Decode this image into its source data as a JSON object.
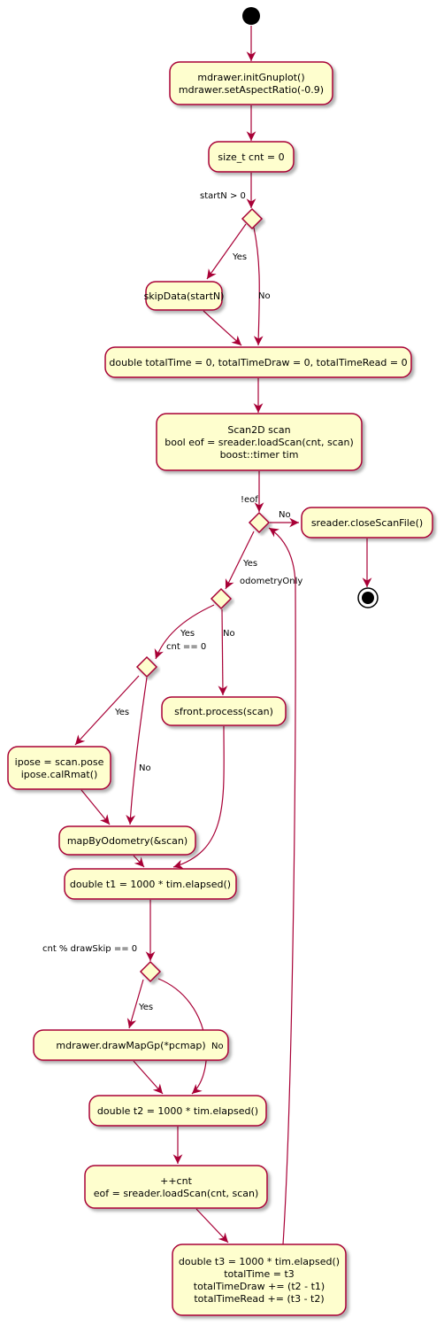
{
  "colors": {
    "node_fill": "#FEFECE",
    "border": "#A80036",
    "arrow": "#A80036",
    "start": "#000000"
  },
  "nodes": {
    "init_gnuplot": [
      "mdrawer.initGnuplot()",
      "mdrawer.setAspectRatio(-0.9)"
    ],
    "cnt_init": [
      "size_t cnt = 0"
    ],
    "skip_data": [
      "skipData(startN)"
    ],
    "totals_init": [
      "double totalTime = 0, totalTimeDraw = 0, totalTimeRead = 0"
    ],
    "load_scan": [
      "Scan2D scan",
      "bool eof = sreader.loadScan(cnt, scan)",
      "boost::timer tim"
    ],
    "close_scan_file": [
      "sreader.closeScanFile()"
    ],
    "sfront_process": [
      "sfront.process(scan)"
    ],
    "ipose": [
      "ipose = scan.pose",
      "ipose.calRmat()"
    ],
    "map_by_odometry": [
      "mapByOdometry(&scan)"
    ],
    "t1": [
      "double t1 = 1000 * tim.elapsed()"
    ],
    "draw_map": [
      "mdrawer.drawMapGp(*pcmap)"
    ],
    "t2": [
      "double t2 = 1000 * tim.elapsed()"
    ],
    "inc_cnt": [
      "++cnt",
      "eof = sreader.loadScan(cnt, scan)"
    ],
    "t3": [
      "double t3 = 1000 * tim.elapsed()",
      "totalTime = t3",
      "totalTimeDraw += (t2 - t1)",
      "totalTimeRead += (t3 - t2)"
    ]
  },
  "conditions": {
    "start_n": "startN > 0",
    "eof": "!eof",
    "odometry_only": "odometryOnly",
    "cnt_zero": "cnt == 0",
    "draw_skip": "cnt % drawSkip == 0"
  },
  "edge_labels": {
    "start_n_yes": "Yes",
    "start_n_no": "No",
    "eof_yes": "Yes",
    "eof_no": "No",
    "odometry_yes": "Yes",
    "odometry_no": "No",
    "cnt_zero_yes": "Yes",
    "cnt_zero_no": "No",
    "draw_skip_yes": "Yes",
    "draw_skip_no": "No"
  }
}
